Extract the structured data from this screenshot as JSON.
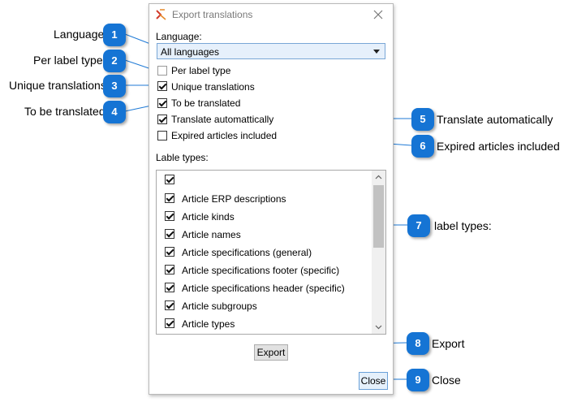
{
  "dialog": {
    "title": "Export translations",
    "language_label": "Language:",
    "language_value": "All languages",
    "options": [
      {
        "label": "Per label type",
        "checked": false
      },
      {
        "label": "Unique translations",
        "checked": true
      },
      {
        "label": "To be translated",
        "checked": true
      },
      {
        "label": "Translate automattically",
        "checked": true
      },
      {
        "label": "Expired articles included",
        "checked": false
      }
    ],
    "label_types_label": "Lable types:",
    "label_types": [
      {
        "label": "",
        "checked": true
      },
      {
        "label": "Article ERP descriptions",
        "checked": true
      },
      {
        "label": "Article kinds",
        "checked": true
      },
      {
        "label": "Article names",
        "checked": true
      },
      {
        "label": "Article specifications (general)",
        "checked": true
      },
      {
        "label": "Article specifications footer (specific)",
        "checked": true
      },
      {
        "label": "Article specifications header (specific)",
        "checked": true
      },
      {
        "label": "Article subgroups",
        "checked": true
      },
      {
        "label": "Article types",
        "checked": true
      }
    ],
    "export_button": "Export",
    "close_button": "Close"
  },
  "callouts": [
    {
      "number": "1",
      "label": "Language"
    },
    {
      "number": "2",
      "label": "Per label type"
    },
    {
      "number": "3",
      "label": "Unique translations"
    },
    {
      "number": "4",
      "label": "To be translated"
    },
    {
      "number": "5",
      "label": "Translate automatically"
    },
    {
      "number": "6",
      "label": "Expired articles included"
    },
    {
      "number": "7",
      "label": "label types:"
    },
    {
      "number": "8",
      "label": "Export"
    },
    {
      "number": "9",
      "label": "Close"
    }
  ],
  "colors": {
    "bubble": "#1574d4",
    "leader_line": "#1f7ad6"
  }
}
